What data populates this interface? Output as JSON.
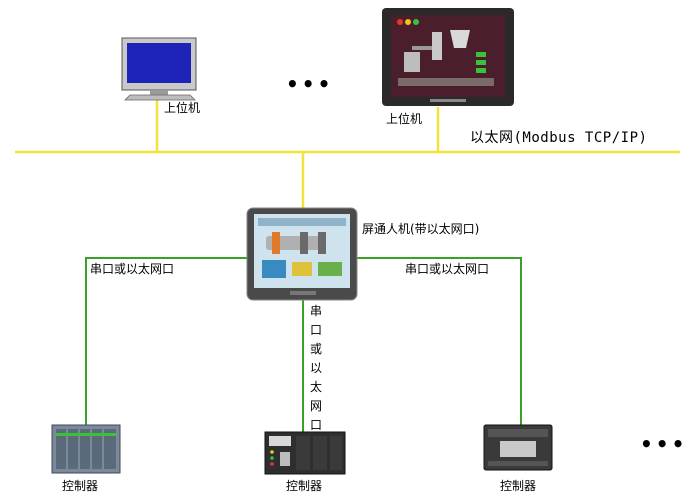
{
  "labels": {
    "upper_pc": "上位机",
    "upper_hmi": "上位机",
    "ethernet": "以太网(Modbus TCP/IP)",
    "hmi": "屏通人机(带以太网口)",
    "link_left": "串口或以太网口",
    "link_right": "串口或以太网口",
    "link_center": "串\n口\n或\n以\n太\n网\n口",
    "ctrl_left": "控制器",
    "ctrl_center": "控制器",
    "ctrl_right": "控制器",
    "ellipsis_top": "•••",
    "ellipsis_bottom": "•••"
  },
  "colors": {
    "ethernet_bus": "#f2e23a",
    "serial_link": "#3aa02a",
    "screen_blue": "#1f24b8",
    "bezel": "#2a2a2a"
  }
}
